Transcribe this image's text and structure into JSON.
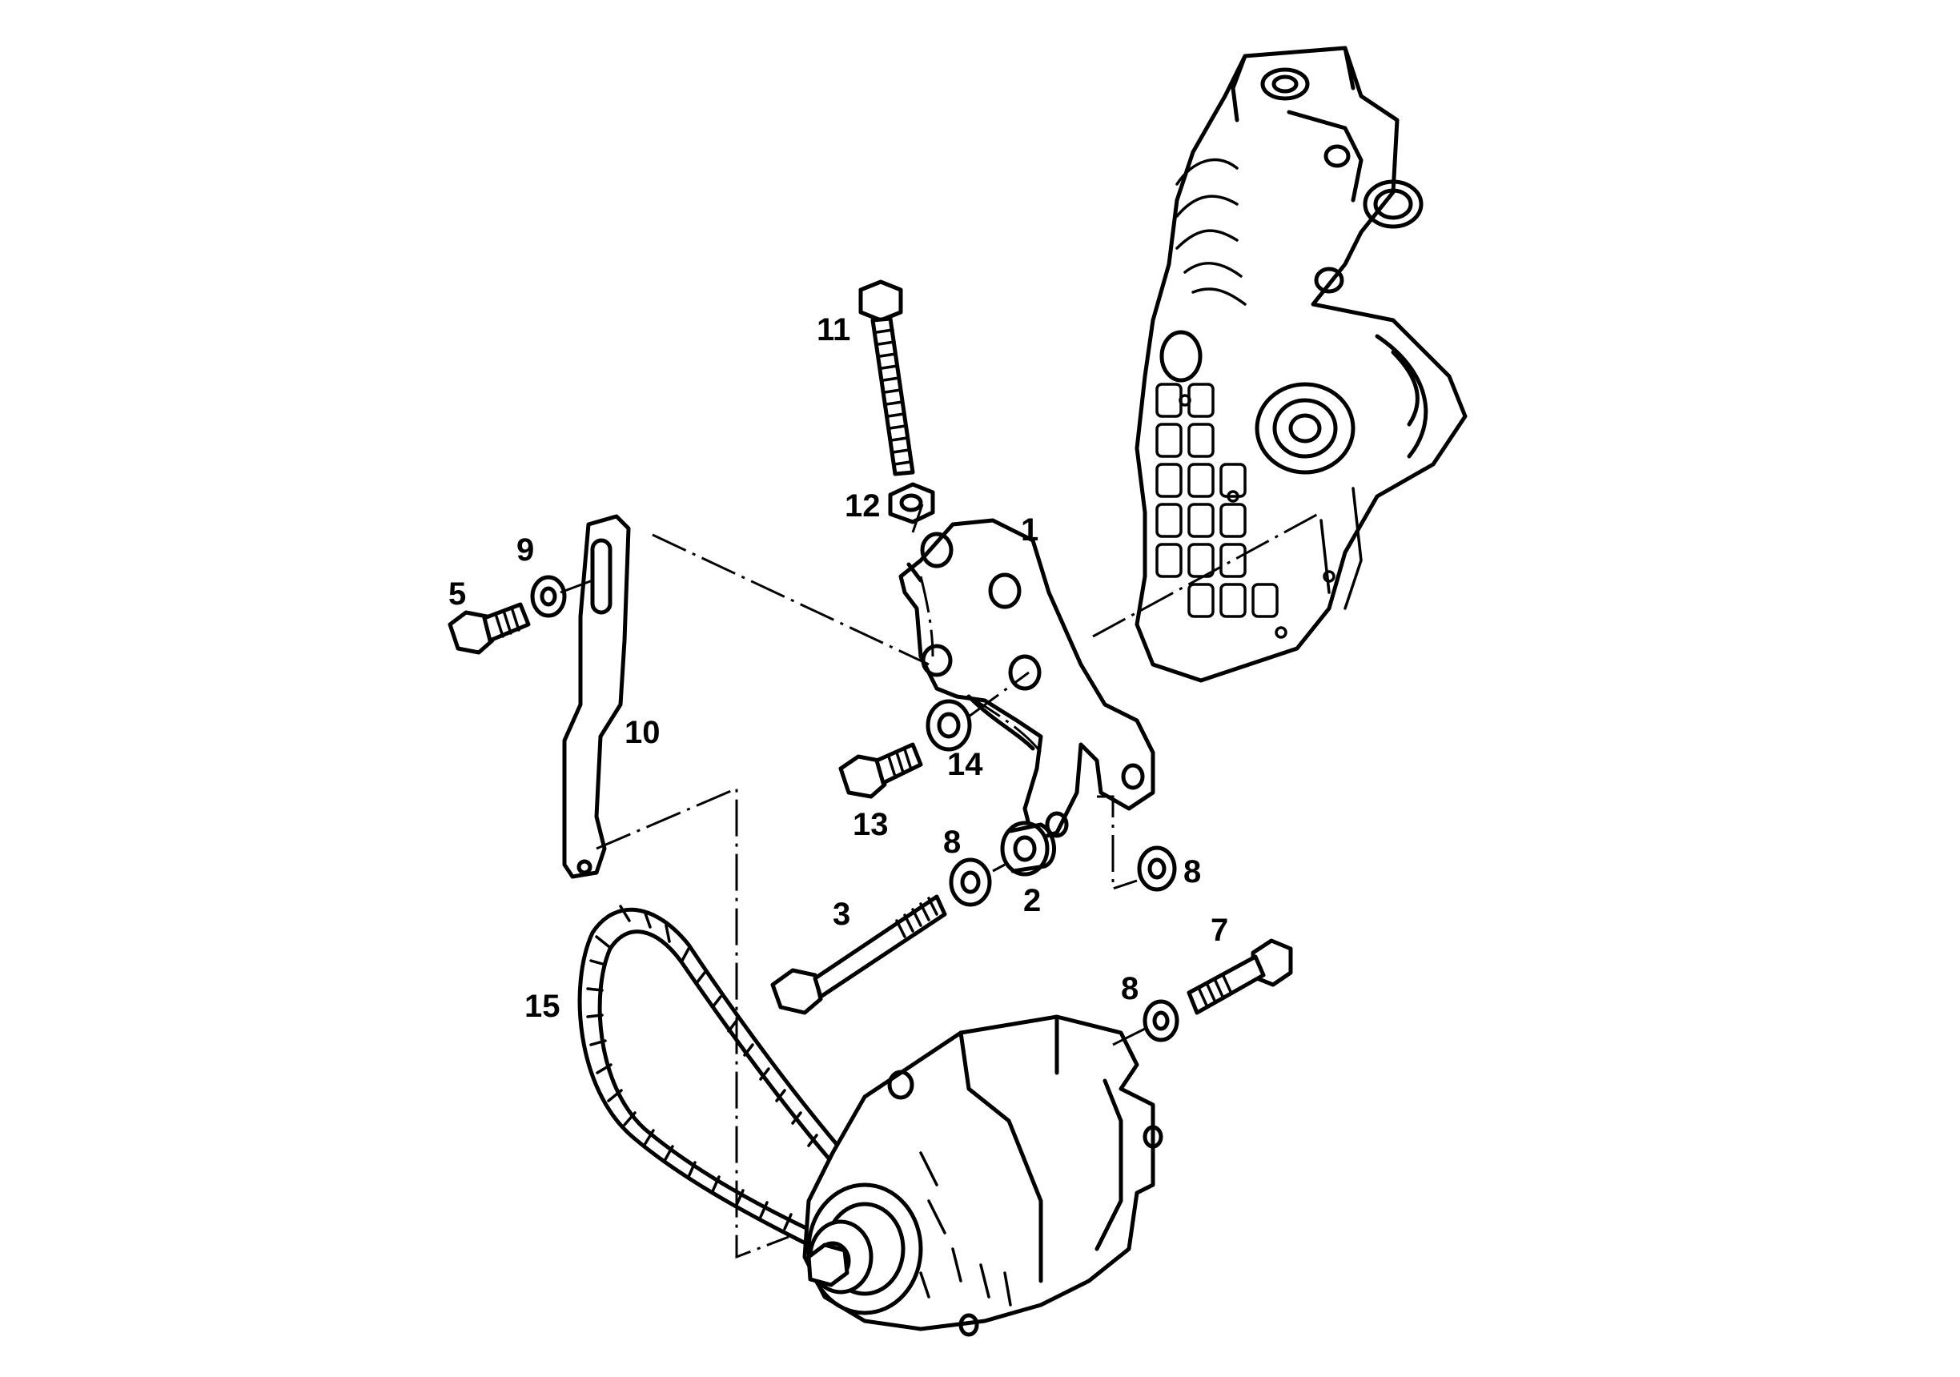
{
  "callouts": {
    "c1": "1",
    "c2": "2",
    "c3": "3",
    "c5": "5",
    "c7": "7",
    "c8a": "8",
    "c8b": "8",
    "c8c": "8",
    "c9": "9",
    "c10": "10",
    "c11": "11",
    "c12": "12",
    "c13": "13",
    "c14": "14",
    "c15": "15"
  }
}
